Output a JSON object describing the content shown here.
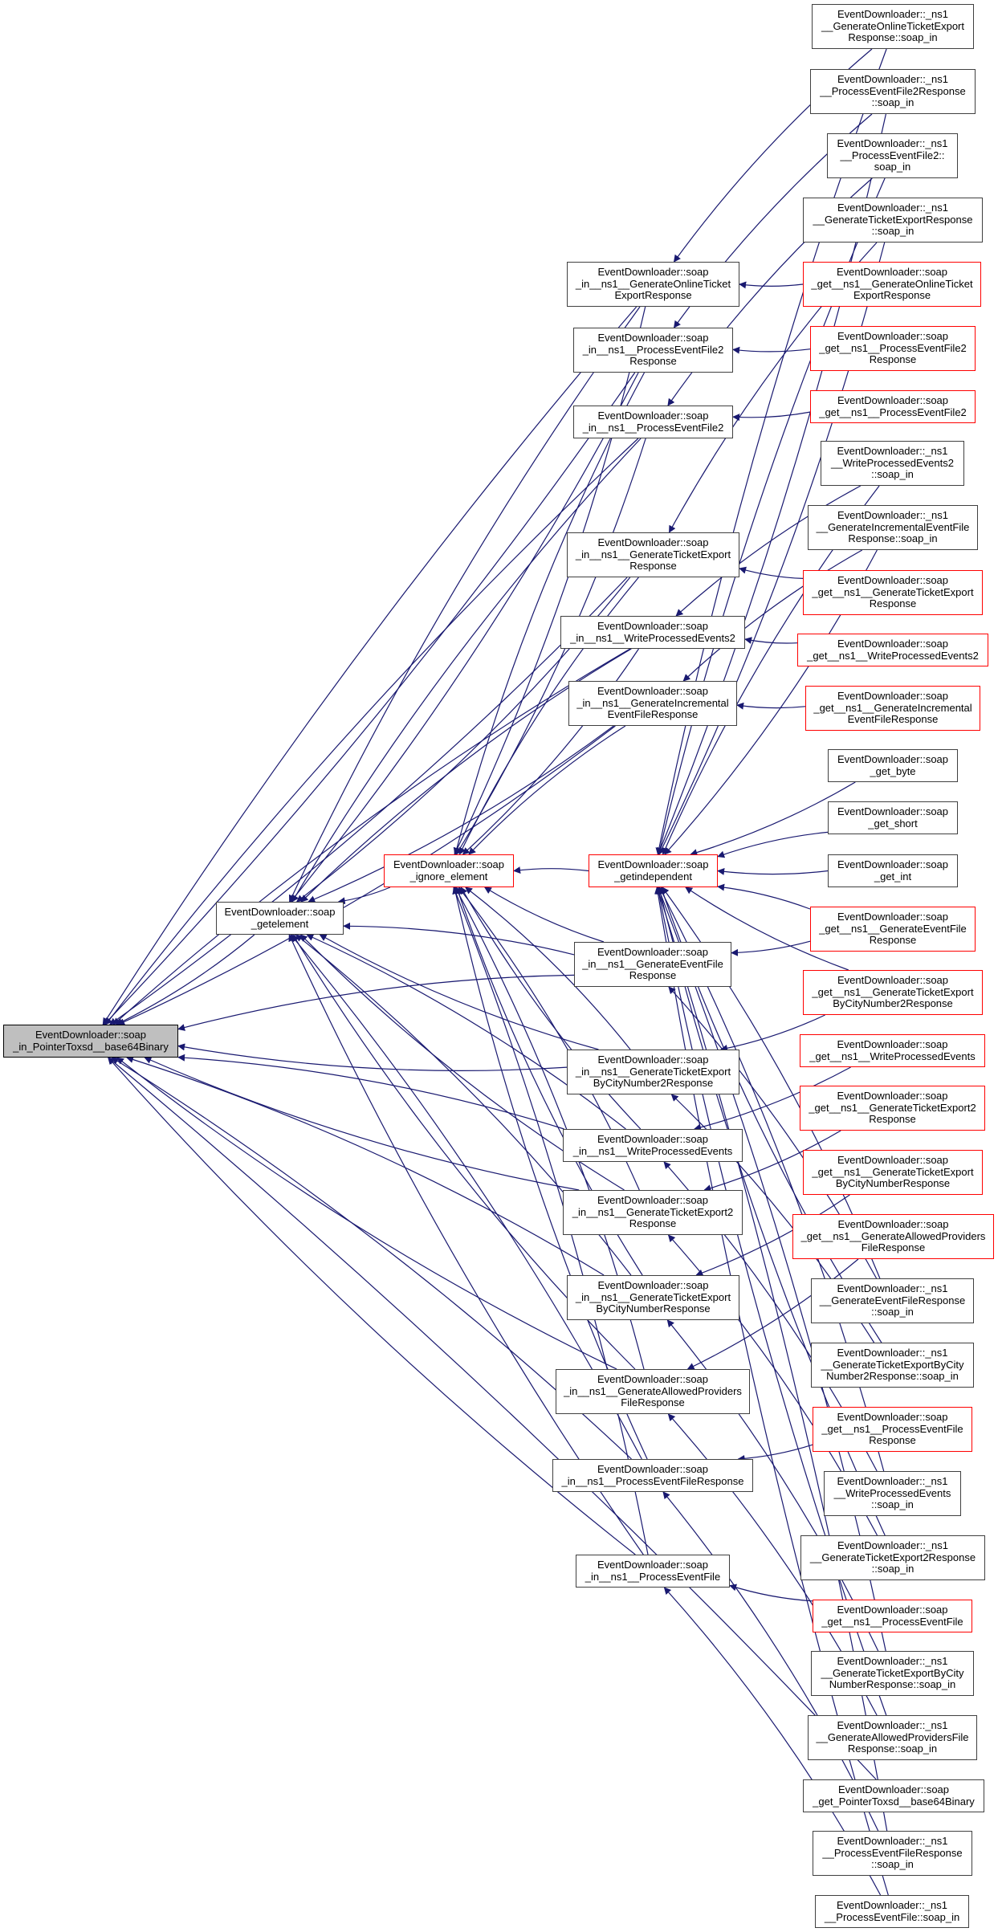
{
  "diagram": {
    "type": "caller-graph",
    "edge_color": "#191970",
    "root_fill": "#bfbfbf",
    "undocumented_border_color": "#ff0000",
    "nodes": {
      "root": {
        "lines": [
          "EventDownloader::soap",
          "_in_PointerToxsd__base64Binary"
        ],
        "style": "root"
      },
      "getelement": {
        "lines": [
          "EventDownloader::soap",
          "_getelement"
        ],
        "style": "normal"
      },
      "ignore": {
        "lines": [
          "EventDownloader::soap",
          "_ignore_element"
        ],
        "style": "red"
      },
      "getindep": {
        "lines": [
          "EventDownloader::soap",
          "_getindependent"
        ],
        "style": "red"
      },
      "in_GOTER": {
        "lines": [
          "EventDownloader::soap",
          "_in__ns1__GenerateOnlineTicket",
          "ExportResponse"
        ],
        "style": "normal"
      },
      "in_PEF2R": {
        "lines": [
          "EventDownloader::soap",
          "_in__ns1__ProcessEventFile2",
          "Response"
        ],
        "style": "normal"
      },
      "in_PEF2": {
        "lines": [
          "EventDownloader::soap",
          "_in__ns1__ProcessEventFile2"
        ],
        "style": "normal"
      },
      "in_GTER": {
        "lines": [
          "EventDownloader::soap",
          "_in__ns1__GenerateTicketExport",
          "Response"
        ],
        "style": "normal"
      },
      "in_WPE2": {
        "lines": [
          "EventDownloader::soap",
          "_in__ns1__WriteProcessedEvents2"
        ],
        "style": "normal"
      },
      "in_GIEFR": {
        "lines": [
          "EventDownloader::soap",
          "_in__ns1__GenerateIncremental",
          "EventFileResponse"
        ],
        "style": "normal"
      },
      "in_GEFR": {
        "lines": [
          "EventDownloader::soap",
          "_in__ns1__GenerateEventFile",
          "Response"
        ],
        "style": "normal"
      },
      "in_GTEBCN2R": {
        "lines": [
          "EventDownloader::soap",
          "_in__ns1__GenerateTicketExport",
          "ByCityNumber2Response"
        ],
        "style": "normal"
      },
      "in_WPE": {
        "lines": [
          "EventDownloader::soap",
          "_in__ns1__WriteProcessedEvents"
        ],
        "style": "normal"
      },
      "in_GTE2R": {
        "lines": [
          "EventDownloader::soap",
          "_in__ns1__GenerateTicketExport2",
          "Response"
        ],
        "style": "normal"
      },
      "in_GTEBCNR": {
        "lines": [
          "EventDownloader::soap",
          "_in__ns1__GenerateTicketExport",
          "ByCityNumberResponse"
        ],
        "style": "normal"
      },
      "in_GAPFR": {
        "lines": [
          "EventDownloader::soap",
          "_in__ns1__GenerateAllowedProviders",
          "FileResponse"
        ],
        "style": "normal"
      },
      "in_PEFR": {
        "lines": [
          "EventDownloader::soap",
          "_in__ns1__ProcessEventFileResponse"
        ],
        "style": "normal"
      },
      "in_PEF": {
        "lines": [
          "EventDownloader::soap",
          "_in__ns1__ProcessEventFile"
        ],
        "style": "normal"
      },
      "si_GOTER": {
        "lines": [
          "EventDownloader::_ns1",
          "__GenerateOnlineTicketExport",
          "Response::soap_in"
        ],
        "style": "normal"
      },
      "si_PEF2R": {
        "lines": [
          "EventDownloader::_ns1",
          "__ProcessEventFile2Response",
          "::soap_in"
        ],
        "style": "normal"
      },
      "si_PEF2": {
        "lines": [
          "EventDownloader::_ns1",
          "__ProcessEventFile2::",
          "soap_in"
        ],
        "style": "normal"
      },
      "si_GTER": {
        "lines": [
          "EventDownloader::_ns1",
          "__GenerateTicketExportResponse",
          "::soap_in"
        ],
        "style": "normal"
      },
      "get_GOTER": {
        "lines": [
          "EventDownloader::soap",
          "_get__ns1__GenerateOnlineTicket",
          "ExportResponse"
        ],
        "style": "red"
      },
      "get_PEF2R": {
        "lines": [
          "EventDownloader::soap",
          "_get__ns1__ProcessEventFile2",
          "Response"
        ],
        "style": "red"
      },
      "get_PEF2": {
        "lines": [
          "EventDownloader::soap",
          "_get__ns1__ProcessEventFile2"
        ],
        "style": "red"
      },
      "si_WPE2": {
        "lines": [
          "EventDownloader::_ns1",
          "__WriteProcessedEvents2",
          "::soap_in"
        ],
        "style": "normal"
      },
      "si_GIEFR": {
        "lines": [
          "EventDownloader::_ns1",
          "__GenerateIncrementalEventFile",
          "Response::soap_in"
        ],
        "style": "normal"
      },
      "get_GTER": {
        "lines": [
          "EventDownloader::soap",
          "_get__ns1__GenerateTicketExport",
          "Response"
        ],
        "style": "red"
      },
      "get_WPE2": {
        "lines": [
          "EventDownloader::soap",
          "_get__ns1__WriteProcessedEvents2"
        ],
        "style": "red"
      },
      "get_GIEFR": {
        "lines": [
          "EventDownloader::soap",
          "_get__ns1__GenerateIncremental",
          "EventFileResponse"
        ],
        "style": "red"
      },
      "get_byte": {
        "lines": [
          "EventDownloader::soap",
          "_get_byte"
        ],
        "style": "normal"
      },
      "get_short": {
        "lines": [
          "EventDownloader::soap",
          "_get_short"
        ],
        "style": "normal"
      },
      "get_int": {
        "lines": [
          "EventDownloader::soap",
          "_get_int"
        ],
        "style": "normal"
      },
      "get_GEFR": {
        "lines": [
          "EventDownloader::soap",
          "_get__ns1__GenerateEventFile",
          "Response"
        ],
        "style": "red"
      },
      "get_GTEBCN2R": {
        "lines": [
          "EventDownloader::soap",
          "_get__ns1__GenerateTicketExport",
          "ByCityNumber2Response"
        ],
        "style": "red"
      },
      "get_WPE": {
        "lines": [
          "EventDownloader::soap",
          "_get__ns1__WriteProcessedEvents"
        ],
        "style": "red"
      },
      "get_GTE2R": {
        "lines": [
          "EventDownloader::soap",
          "_get__ns1__GenerateTicketExport2",
          "Response"
        ],
        "style": "red"
      },
      "get_GTEBCNR": {
        "lines": [
          "EventDownloader::soap",
          "_get__ns1__GenerateTicketExport",
          "ByCityNumberResponse"
        ],
        "style": "red"
      },
      "get_GAPFR": {
        "lines": [
          "EventDownloader::soap",
          "_get__ns1__GenerateAllowedProviders",
          "FileResponse"
        ],
        "style": "red"
      },
      "si_GEFR": {
        "lines": [
          "EventDownloader::_ns1",
          "__GenerateEventFileResponse",
          "::soap_in"
        ],
        "style": "normal"
      },
      "si_GTEBCN2R": {
        "lines": [
          "EventDownloader::_ns1",
          "__GenerateTicketExportByCity",
          "Number2Response::soap_in"
        ],
        "style": "normal"
      },
      "get_PEFR": {
        "lines": [
          "EventDownloader::soap",
          "_get__ns1__ProcessEventFile",
          "Response"
        ],
        "style": "red"
      },
      "si_WPE": {
        "lines": [
          "EventDownloader::_ns1",
          "__WriteProcessedEvents",
          "::soap_in"
        ],
        "style": "normal"
      },
      "si_GTE2R": {
        "lines": [
          "EventDownloader::_ns1",
          "__GenerateTicketExport2Response",
          "::soap_in"
        ],
        "style": "normal"
      },
      "get_PEF": {
        "lines": [
          "EventDownloader::soap",
          "_get__ns1__ProcessEventFile"
        ],
        "style": "red"
      },
      "si_GTEBCNR": {
        "lines": [
          "EventDownloader::_ns1",
          "__GenerateTicketExportByCity",
          "NumberResponse::soap_in"
        ],
        "style": "normal"
      },
      "si_GAPFR": {
        "lines": [
          "EventDownloader::_ns1",
          "__GenerateAllowedProvidersFile",
          "Response::soap_in"
        ],
        "style": "normal"
      },
      "get_ptr": {
        "lines": [
          "EventDownloader::soap",
          "_get_PointerToxsd__base64Binary"
        ],
        "style": "normal"
      },
      "si_PEFR": {
        "lines": [
          "EventDownloader::_ns1",
          "__ProcessEventFileResponse",
          "::soap_in"
        ],
        "style": "normal"
      },
      "si_PEF": {
        "lines": [
          "EventDownloader::_ns1",
          "__ProcessEventFile::soap_in"
        ],
        "style": "normal"
      }
    }
  }
}
